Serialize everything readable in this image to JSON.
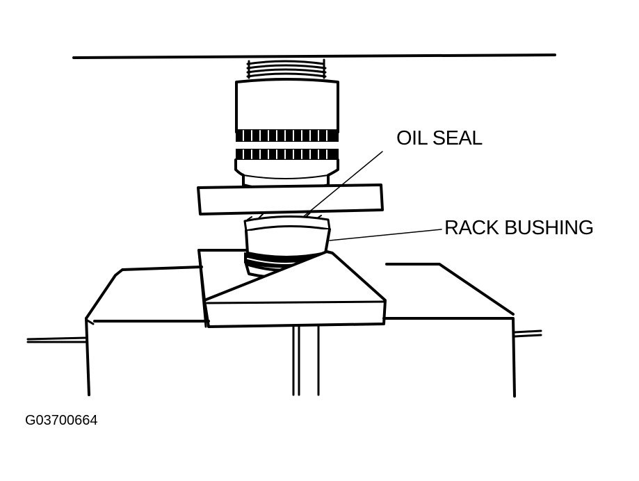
{
  "figure": {
    "callouts": {
      "oil_seal": "OIL SEAL",
      "rack_bushing": "RACK BUSHING"
    },
    "figure_id": "G03700664"
  },
  "colors": {
    "ink": "#000000",
    "paper": "#ffffff"
  }
}
